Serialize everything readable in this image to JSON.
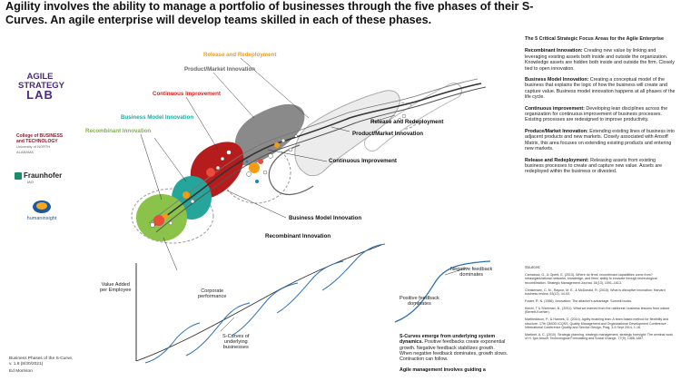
{
  "title": "Agility involves the ability to manage a portfolio of businesses through the five phases of their S-Curves. An agile enterprise will develop teams skilled in each of these phases.",
  "logos": {
    "agile_lab_line1": "AGILE",
    "agile_lab_line2": "STRATEGY",
    "agile_lab_line3": "LAB",
    "college": "College of BUSINESS and TECHNOLOGY",
    "college_sub": "University of NORTH ALABAMA",
    "fraunhofer": "Fraunhofer",
    "fraunhofer_sub": "IAO",
    "human": "humaninsight"
  },
  "phase_labels_colored": {
    "release": "Release and Redeployment",
    "product": "Product/Market Innovation",
    "continuous": "Continuous Improvement",
    "business_model": "Business Model Innovation",
    "recombinant": "Recombinant Innovation"
  },
  "phase_colors": {
    "recombinant": "#7cb342",
    "business_model": "#26a69a",
    "continuous": "#c62828",
    "product": "#757575",
    "release": "#f39c12"
  },
  "phase_labels_black": {
    "release": "Release and Redeployment",
    "product": "Product/Market Innovation",
    "continuous": "Continuous Improvement",
    "business_model": "Business Model Innovation",
    "recombinant": "Recombinant Innovation"
  },
  "right_column": {
    "heading": "The 5 Critical Strategic Focus Areas for the Agile Enterprise",
    "items": [
      {
        "term": "Recombinant Innovation:",
        "text": " Creating new value by linking and leveraging existing assets both inside and outside the organization. Knowledge assets are hidden both inside and outside the firm. Closely tied to open innovation."
      },
      {
        "term": "Business Model Innovation:",
        "text": " Creating a conceptual model of the business that explains the logic of how the business will create and capture value. Business model innovation happens at all phases of the life cycle."
      },
      {
        "term": "Continuous improvement:",
        "text": " Developing lean disciplines across the organization for continuous improvement of business processes. Existing processes are redesigned to improve productivity."
      },
      {
        "term": "Produce/Market Innovation:",
        "text": " Extending existing lines of business into adjacent products and new markets. Closely associated with Ansoff Matrix, this area focuses on extending existing products and entering new markets."
      },
      {
        "term": "Release and Redeployment:",
        "text": " Releasing assets from existing business processes to create and capture new value. Assets are redeployed within the business or divested."
      }
    ]
  },
  "lower_chart": {
    "y_label_1": "Value Added",
    "y_label_2": "per Employee",
    "corporate_1": "Corporate",
    "corporate_2": "performance",
    "scurves_1": "S-Curves of",
    "scurves_2": "underlying",
    "scurves_3": "businesses",
    "neg_1": "Negative feedback",
    "neg_2": "dominates",
    "pos_1": "Positive feedback",
    "pos_2": "dominates"
  },
  "below_text": {
    "bold1": "S-Curves emerge from underlying system dynamics.",
    "text1": " Positive feedbacks create exponential growth. Negative feedback stabilizes growth. When negative feedback dominates, growth slows. Contraction can follow.",
    "bold2": "Agile management involves guiding a"
  },
  "footer": {
    "line1": "Business Phases of the S-Curve,",
    "line2": "v. 1.8 (8/30/2021)",
    "line3": "Ed Morrison"
  },
  "sources": {
    "heading": "Sources:",
    "items": [
      "Carnabuci, G., & Operti, E. (2013). Where do firms' recombinant capabilities come from? Intraorganizational networks, knowledge, and firms' ability to innovate through technological recombination. Strategic Management Journal, 34(13), 1591–1613.",
      "Christensen, C. M., Raynor, M. E., & McDonald, R. (2015). What is disruptive innovation. Harvard business review, 93(12), 44-53.",
      "Foster, R. N. (1986). Innovation: The attacker's advantage. Summit books.",
      "Kiechi, T & Shireman, B., (2001). What we learned from the rainforest: business lessons from nature (Berrett-Koehler).",
      "Martheddson, P., & Hannes, G. (2014). Agility enabling lean: A team based method for flexibility and structure. 17th QMOD-ICQSS, Quality Management and Organizational Development Conference - International Conference Quality and Service Design, Prag, 3-5 Sept 2014, 1-16.",
      "Martinet, A. C. (2010). Strategic planning, strategic management, strategic foresight: The seminal work of H. Igor Ansoff. Technological Forecasting and Social Change, 77(9), 1485-1487."
    ]
  }
}
